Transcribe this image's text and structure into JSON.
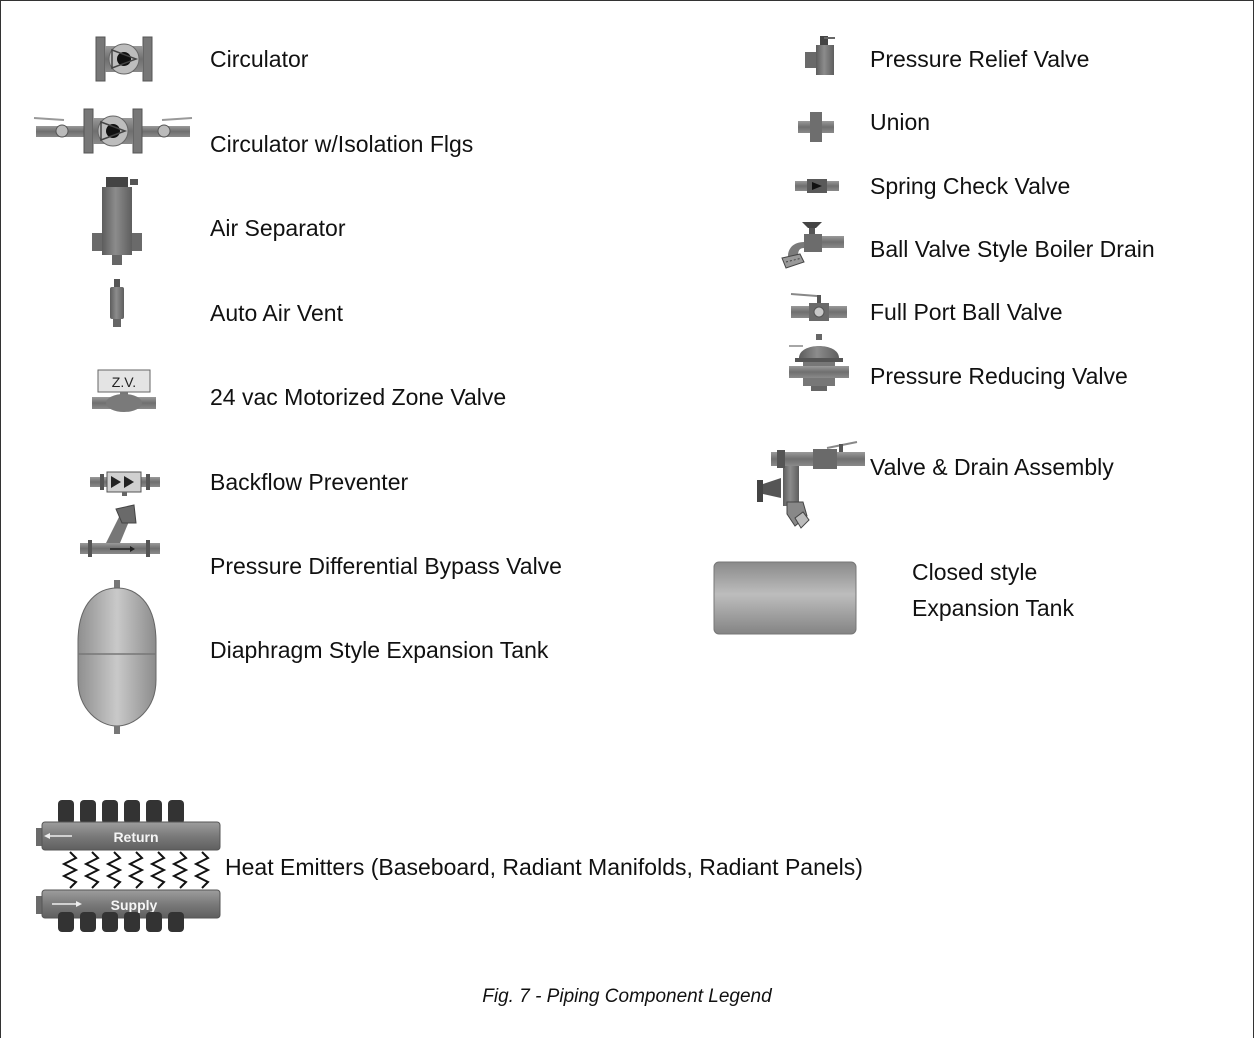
{
  "legend": {
    "left": [
      {
        "label": "Circulator",
        "icon": "circulator-icon"
      },
      {
        "label": "Circulator w/Isolation Flgs",
        "icon": "circulator-isolation-flanges-icon"
      },
      {
        "label": "Air Separator",
        "icon": "air-separator-icon"
      },
      {
        "label": "Auto Air Vent",
        "icon": "auto-air-vent-icon"
      },
      {
        "label": "24  vac Motorized Zone Valve",
        "icon": "zone-valve-icon",
        "icon_text": "Z.V."
      },
      {
        "label": "Backflow Preventer",
        "icon": "backflow-preventer-icon"
      },
      {
        "label": "Pressure Differential Bypass Valve",
        "icon": "bypass-valve-icon"
      },
      {
        "label": "Diaphragm Style Expansion Tank",
        "icon": "diaphragm-tank-icon"
      }
    ],
    "right": [
      {
        "label": "Pressure Relief Valve",
        "icon": "pressure-relief-valve-icon"
      },
      {
        "label": "Union",
        "icon": "union-icon"
      },
      {
        "label": "Spring Check Valve",
        "icon": "spring-check-valve-icon"
      },
      {
        "label": "Ball Valve Style Boiler Drain",
        "icon": "boiler-drain-icon"
      },
      {
        "label": "Full Port Ball Valve",
        "icon": "ball-valve-icon"
      },
      {
        "label": "Pressure Reducing Valve",
        "icon": "pressure-reducing-valve-icon"
      },
      {
        "label": "Valve & Drain Assembly",
        "icon": "valve-drain-assembly-icon"
      },
      {
        "label_line1": "Closed style",
        "label_line2": "Expansion Tank",
        "icon": "closed-tank-icon"
      }
    ],
    "emitters": {
      "label": "Heat Emitters (Baseboard, Radiant Manifolds, Radiant Panels)",
      "return_text": "Return",
      "supply_text": "Supply",
      "icon": "manifold-icon"
    }
  },
  "caption": "Fig. 7 - Piping Component Legend",
  "colors": {
    "component_fill": "#7e7e7e",
    "component_dark": "#3a3a3a",
    "tank_fill": "#b9b9b9"
  }
}
